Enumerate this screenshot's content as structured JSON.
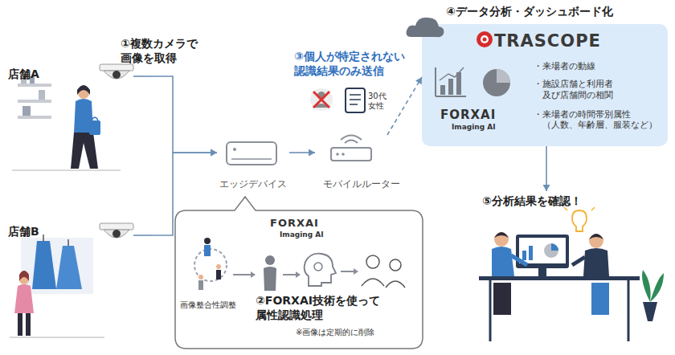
{
  "diagram": {
    "nodes": [
      {
        "text": [
          "店舗A"
        ]
      },
      {
        "text": [
          "店舗B"
        ]
      },
      {
        "text": [
          "エッジデバイス"
        ]
      },
      {
        "text": [
          "モバイルルーター"
        ]
      },
      {
        "text": [
          "④データ分析・ダッシュボード化",
          "TRASCOPE",
          "FORXAI",
          "Imaging AI",
          "・来場者の動線",
          "・施設店舗と利用者 及び店舗間の相関",
          "・来場者の時間帯別属性 （人数、年齢層、服装など）"
        ]
      },
      {
        "text": [
          "⑤分析結果を確認！"
        ]
      },
      {
        "text": [
          "FORXAI",
          "Imaging AI",
          "画像整合性調整",
          "②FORXAI技術を使って 属性認識処理",
          "※画像は定期的に削除"
        ]
      }
    ],
    "edges": [
      {
        "from": 0,
        "to": 2,
        "arrow": "to"
      },
      {
        "from": 1,
        "to": 2,
        "arrow": "to"
      },
      {
        "from": 2,
        "to": 3,
        "arrow": "to"
      },
      {
        "from": 3,
        "to": 4,
        "arrow": "to"
      },
      {
        "from": 4,
        "to": 5,
        "arrow": "to"
      }
    ],
    "labels": [
      "①複数カメラで 画像を取得",
      "③個人が特定されない 認識結果のみ送信",
      "30代 女性"
    ]
  }
}
